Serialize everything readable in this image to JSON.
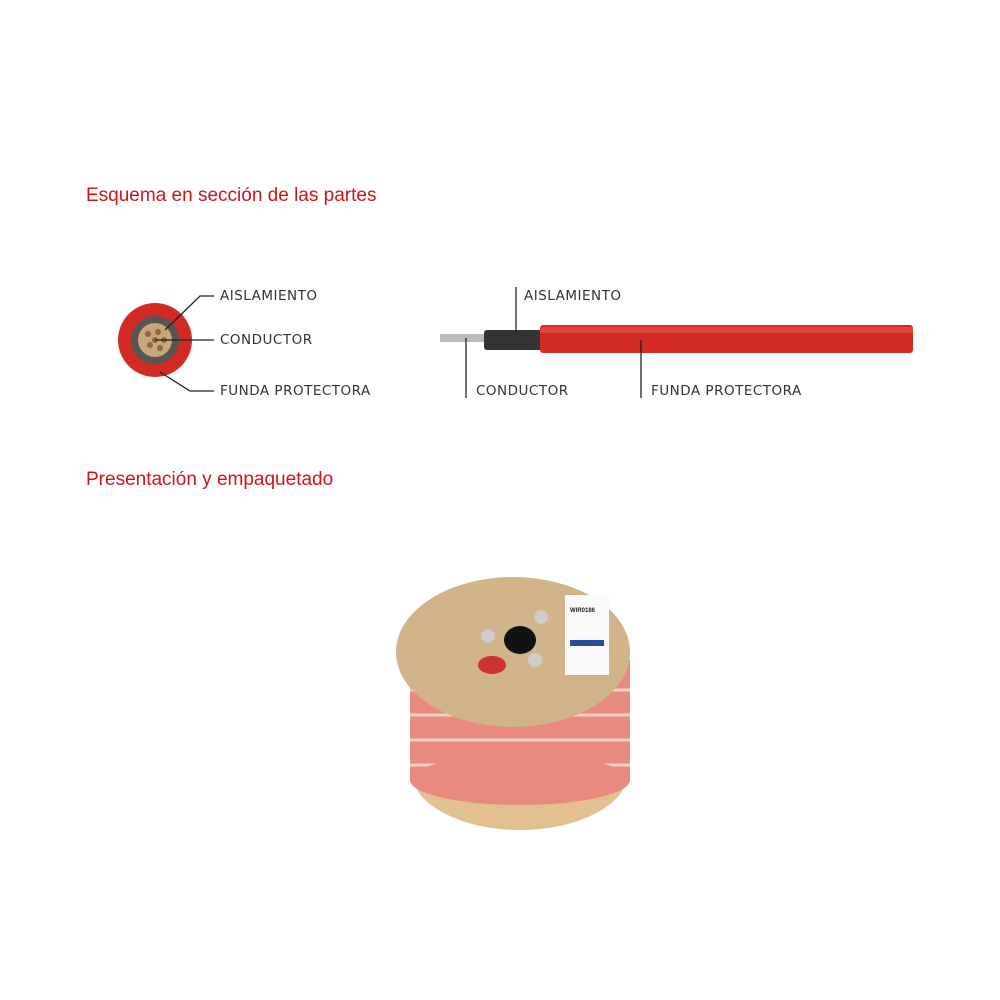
{
  "sections": {
    "cross_section_title": "Esquema en sección de las partes",
    "packaging_title": "Presentación y empaquetado"
  },
  "cross_section": {
    "labels": [
      "AISLAMIENTO",
      "CONDUCTOR",
      "FUNDA PROTECTORA"
    ]
  },
  "side_view": {
    "labels": [
      "AISLAMIENTO",
      "CONDUCTOR",
      "FUNDA PROTECTORA"
    ]
  },
  "product_label": {
    "code": "WIR0186"
  },
  "colors": {
    "accent": "#d0141a",
    "sheath": "#d42a24",
    "wood": "#d2b48a"
  }
}
